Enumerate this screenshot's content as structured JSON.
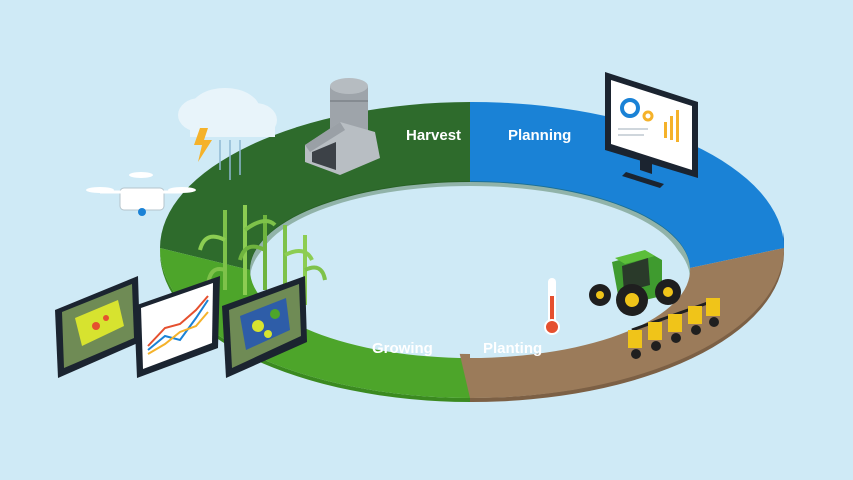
{
  "cycle": {
    "segments": [
      {
        "label": "Harvest",
        "color": "#2e6b2c"
      },
      {
        "label": "Planning",
        "color": "#1a82d6"
      },
      {
        "label": "Planting",
        "color": "#9b7b5a"
      },
      {
        "label": "Growing",
        "color": "#4da52a"
      }
    ],
    "side_colors": {
      "green": "#245322",
      "blue": "#1566b4",
      "brown": "#7c6045",
      "lightgreen": "#3b8a20"
    }
  },
  "illustrations": [
    {
      "name": "cloud-icon"
    },
    {
      "name": "lightning-icon"
    },
    {
      "name": "silo-icon"
    },
    {
      "name": "barn-icon"
    },
    {
      "name": "drone-icon"
    },
    {
      "name": "monitor-icon"
    },
    {
      "name": "corn-plants-icon"
    },
    {
      "name": "tablet-field-map-icon"
    },
    {
      "name": "tablet-line-chart-icon"
    },
    {
      "name": "tablet-heat-map-icon"
    },
    {
      "name": "thermometer-icon"
    },
    {
      "name": "tractor-icon"
    },
    {
      "name": "planter-icon"
    }
  ]
}
